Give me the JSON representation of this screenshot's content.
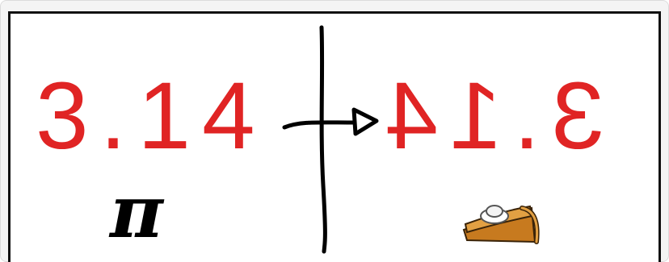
{
  "left_number": "3.14",
  "right_number": "3.14",
  "symbol": "π",
  "pie_icon": "pie-slice-icon",
  "colors": {
    "number": "#e02424",
    "ink": "#000000",
    "frame": "#111111"
  }
}
